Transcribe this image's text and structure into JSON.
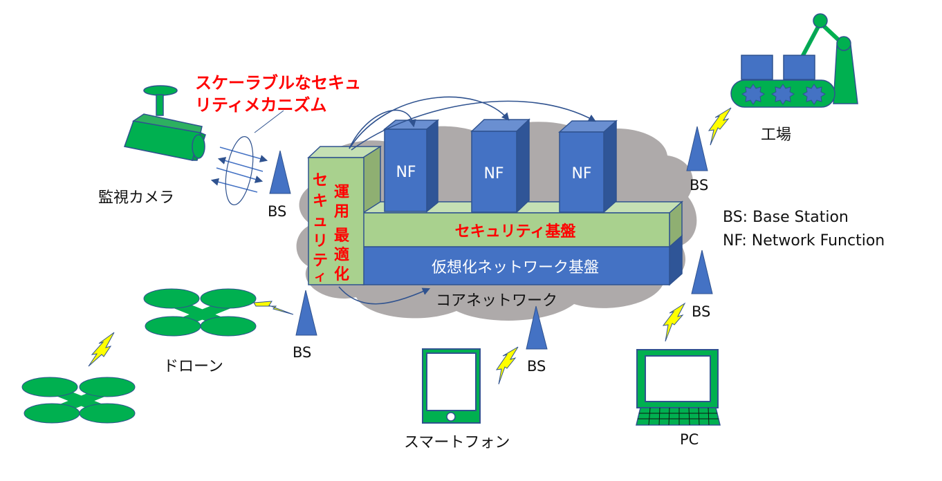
{
  "title_annotation": {
    "line1": "スケーラブルなセキュ",
    "line2": "リティメカニズム"
  },
  "devices": {
    "camera": "監視カメラ",
    "drone": "ドローン",
    "smartphone": "スマートフォン",
    "pc": "PC",
    "factory": "工場"
  },
  "base_station_label": "BS",
  "core": {
    "cloud_label": "コアネットワーク",
    "nf_label": "NF",
    "security_platform": "セキュリティ基盤",
    "virtual_network_platform": "仮想化ネットワーク基盤",
    "security_ops_col1": [
      "セ",
      "キ",
      "ュ",
      "リ",
      "テ",
      "ィ"
    ],
    "security_ops_col2": [
      "運",
      "用",
      "最",
      "適",
      "化"
    ]
  },
  "legend": {
    "bs": "BS: Base Station",
    "nf": "NF: Network Function"
  },
  "colors": {
    "device_green": "#00b050",
    "box_blue": "#4472c4",
    "box_blue_dark": "#2f5597",
    "outline": "#2f528f",
    "platform_green": "#a9d18e",
    "platform_green_top": "#c5e0b4",
    "platform_green_side": "#8faf72",
    "cloud_gray": "#aeaaaa",
    "lightning": "#ffff00",
    "annotation_red": "#ff0000"
  }
}
